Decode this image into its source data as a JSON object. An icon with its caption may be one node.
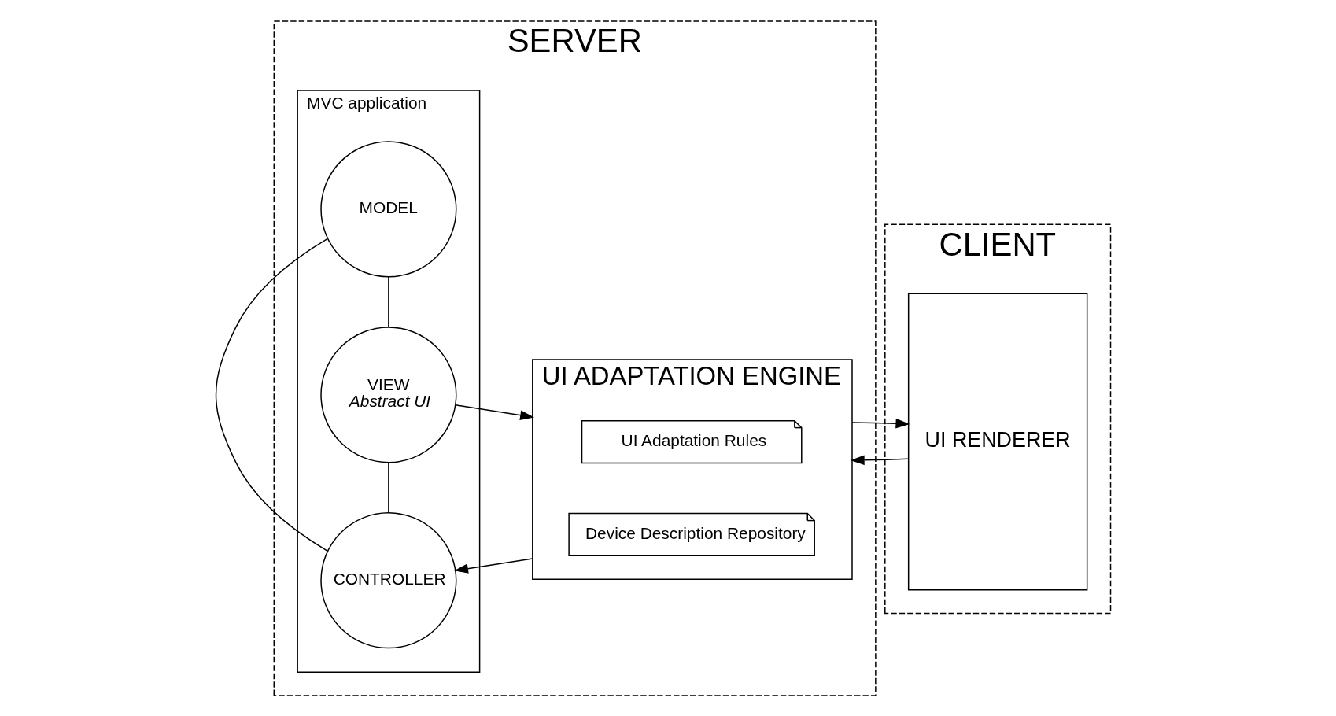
{
  "diagram": {
    "nodes": [
      {
        "text": [
          "SERVER"
        ]
      },
      {
        "text": [
          "MVC application"
        ],
        "in": 0
      },
      {
        "text": [
          "MODEL"
        ],
        "in": 1
      },
      {
        "text": [
          "VIEW",
          "Abstract UI"
        ],
        "in": 1
      },
      {
        "text": [
          "CONTROLLER"
        ],
        "in": 1
      },
      {
        "text": [
          "UI ADAPTATION ENGINE"
        ],
        "in": 0
      },
      {
        "text": [
          "UI Adaptation Rules"
        ],
        "in": 5
      },
      {
        "text": [
          "Device Description Repository"
        ],
        "in": 5
      },
      {
        "text": [
          "CLIENT"
        ]
      },
      {
        "text": [
          "UI RENDERER"
        ],
        "in": 8
      }
    ],
    "edges": [
      {
        "from": 2,
        "to": 3,
        "arrow": "none"
      },
      {
        "from": 2,
        "to": 4,
        "arrow": "none"
      },
      {
        "from": 3,
        "to": 4,
        "arrow": "none"
      },
      {
        "from": 3,
        "to": 5,
        "arrow": "to"
      },
      {
        "from": 5,
        "to": 4,
        "arrow": "to"
      },
      {
        "from": 5,
        "to": 9,
        "arrow": "to"
      },
      {
        "from": 9,
        "to": 5,
        "arrow": "to"
      }
    ]
  }
}
